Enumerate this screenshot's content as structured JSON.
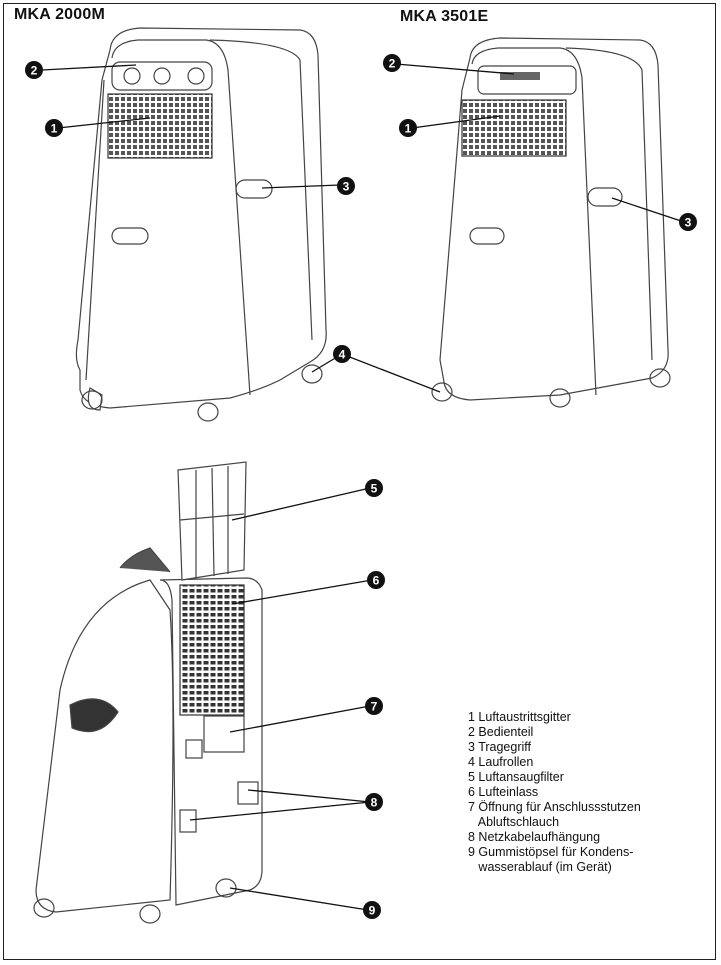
{
  "models": {
    "left": "MKA 2000M",
    "right": "MKA 3501E"
  },
  "callouts": [
    "1",
    "2",
    "3",
    "4",
    "5",
    "6",
    "7",
    "8",
    "9"
  ],
  "legend": [
    "1 Luftaustrittsgitter",
    "2 Bedienteil",
    "3 Tragegriff",
    "4 Laufrollen",
    "5 Luftansaugfilter",
    "6 Lufteinlass",
    "7 Öffnung für Anschlussstutzen",
    "   Abluftschlauch",
    "8 Netzkabelaufhängung",
    "9 Gummistöpsel für Kondens-",
    "   wasserablauf (im Gerät)"
  ]
}
